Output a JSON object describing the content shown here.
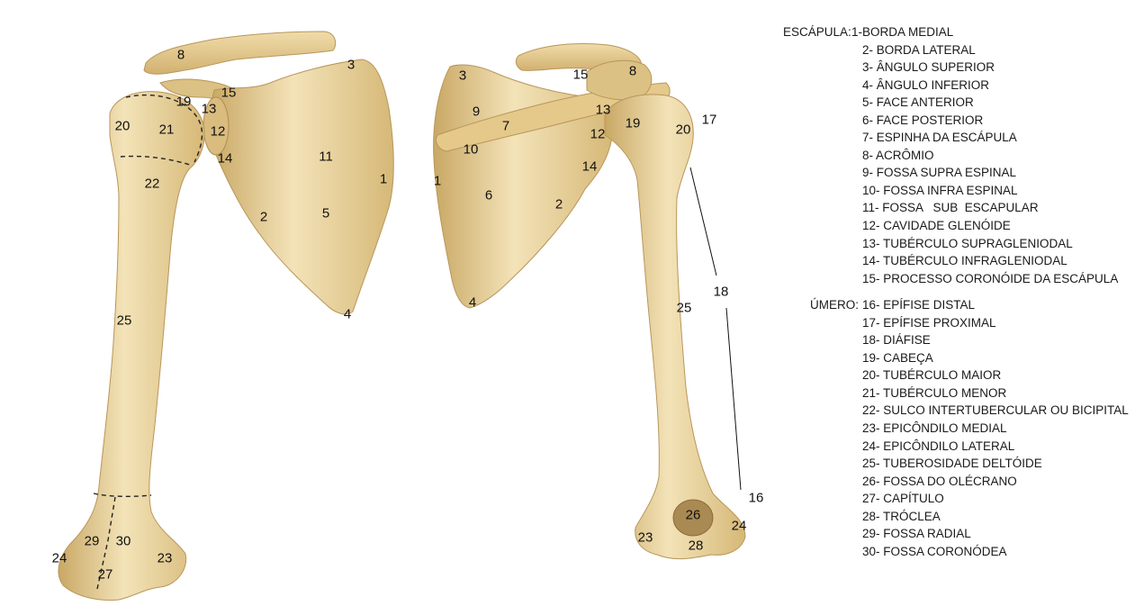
{
  "figure": {
    "colors": {
      "bone": "#e6cd92",
      "bone_shadow": "#c9a865",
      "bone_light": "#f3e3b8",
      "ink": "#111111"
    }
  },
  "labels": {
    "l8a": "8",
    "l3a": "3",
    "l19a": "19",
    "l15a": "15",
    "l13a": "13",
    "l20a": "20",
    "l21a": "21",
    "l12a": "12",
    "l14a": "14",
    "l11": "11",
    "l22": "22",
    "l1a": "1",
    "l2a": "2",
    "l5": "5",
    "l4a": "4",
    "l25a": "25",
    "l24a": "24",
    "l29": "29",
    "l30": "30",
    "l23a": "23",
    "l27": "27",
    "l3b": "3",
    "l15b": "15",
    "l8b": "8",
    "l9": "9",
    "l7": "7",
    "l13b": "13",
    "l19b": "19",
    "l20b": "20",
    "l17": "17",
    "l10": "10",
    "l12b": "12",
    "l14b": "14",
    "l1b": "1",
    "l6": "6",
    "l2b": "2",
    "l4b": "4",
    "l18": "18",
    "l25b": "25",
    "l16": "16",
    "l26": "26",
    "l24b": "24",
    "l23b": "23",
    "l28": "28"
  },
  "legend": {
    "scapula_heading": "ESCÁPULA:",
    "scapula_items": [
      "1-BORDA MEDIAL",
      "2- BORDA LATERAL",
      "3- ÂNGULO SUPERIOR",
      "4- ÂNGULO INFERIOR",
      "5- FACE ANTERIOR",
      "6- FACE POSTERIOR",
      "7- ESPINHA DA ESCÁPULA",
      "8- ACRÔMIO",
      "9- FOSSA SUPRA ESPINAL",
      "10- FOSSA INFRA ESPINAL",
      "11- FOSSA   SUB  ESCAPULAR",
      "12- CAVIDADE GLENÓIDE",
      "13- TUBÉRCULO SUPRAGLENIODAL",
      "14- TUBÉRCULO INFRAGLENIODAL",
      "15- PROCESSO CORONÓIDE DA ESCÁPULA"
    ],
    "humerus_heading": "ÚMERO:",
    "humerus_items": [
      "16- EPÍFISE DISTAL",
      "17- EPÍFISE PROXIMAL",
      "18- DIÁFISE",
      "19- CABEÇA",
      "20- TUBÉRCULO MAIOR",
      "21- TUBÉRCULO MENOR",
      "22- SULCO INTERTUBERCULAR OU BICIPITAL",
      "23- EPICÔNDILO MEDIAL",
      "24- EPICÔNDILO LATERAL",
      "25- TUBEROSIDADE DELTÓIDE",
      "26- FOSSA DO OLÉCRANO",
      "27- CAPÍTULO",
      "28- TRÓCLEA",
      "29- FOSSA RADIAL",
      "30- FOSSA CORONÓDEA"
    ]
  }
}
